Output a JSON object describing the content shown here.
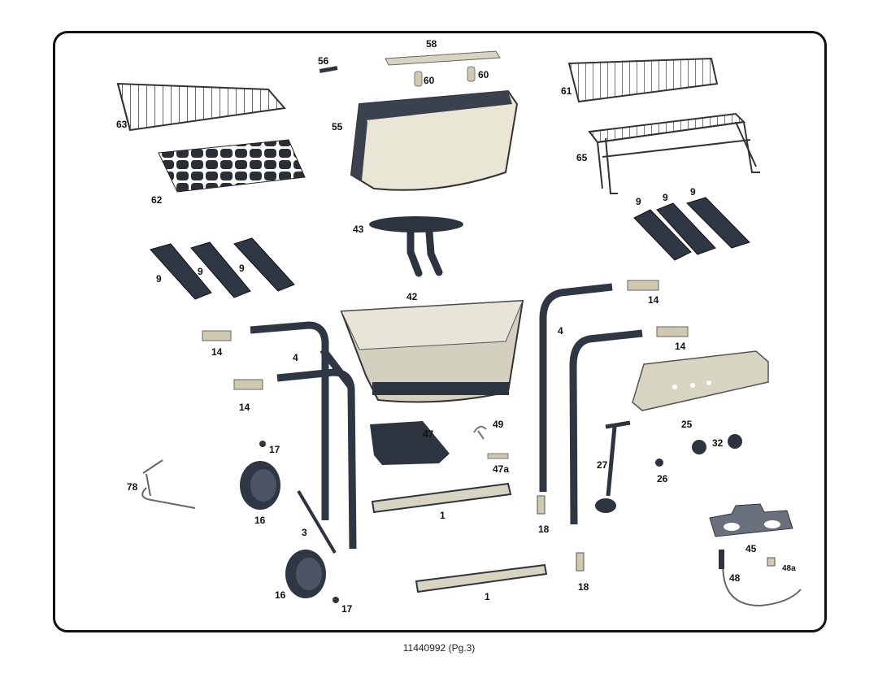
{
  "labels": {
    "p58": "58",
    "p56": "56",
    "p60a": "60",
    "p60b": "60",
    "p61": "61",
    "p63": "63",
    "p55": "55",
    "p65": "65",
    "p62": "62",
    "p43": "43",
    "p9a": "9",
    "p9b": "9",
    "p9c": "9",
    "p9d": "9",
    "p9e": "9",
    "p9f": "9",
    "p42": "42",
    "p14a": "14",
    "p14b": "14",
    "p14c": "14",
    "p14d": "14",
    "p4a": "4",
    "p4b": "4",
    "p25": "25",
    "p47": "47",
    "p49": "49",
    "p47a": "47a",
    "p17a": "17",
    "p17b": "17",
    "p32": "32",
    "p27": "27",
    "p26": "26",
    "p78": "78",
    "p16a": "16",
    "p16b": "16",
    "p1a": "1",
    "p1b": "1",
    "p3": "3",
    "p18a": "18",
    "p18b": "18",
    "p45": "45",
    "p48": "48",
    "p48a": "48a"
  },
  "caption": "11440992 (Pg.3)"
}
